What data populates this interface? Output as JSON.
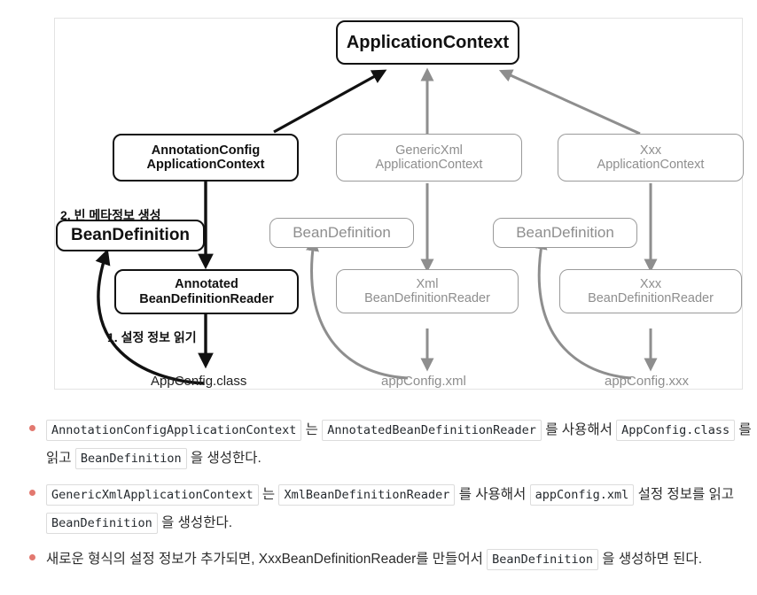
{
  "diagram": {
    "nodes": [
      {
        "id": "application-context",
        "label_lines": [
          "ApplicationContext"
        ],
        "style": "strong",
        "font_size": 20
      },
      {
        "id": "annotation-config-application-context",
        "label_lines": [
          "AnnotationConfig",
          "ApplicationContext"
        ],
        "style": "strong",
        "font_size": 14.5
      },
      {
        "id": "generic-xml-application-context",
        "label_lines": [
          "GenericXml",
          "ApplicationContext"
        ],
        "style": "faded",
        "font_size": 14.5
      },
      {
        "id": "xxx-application-context",
        "label_lines": [
          "Xxx",
          "ApplicationContext"
        ],
        "style": "faded",
        "font_size": 14.5
      },
      {
        "id": "bean-definition-left",
        "label_lines": [
          "BeanDefinition"
        ],
        "style": "strong",
        "font_size": 19
      },
      {
        "id": "bean-definition-middle",
        "label_lines": [
          "BeanDefinition"
        ],
        "style": "faded",
        "font_size": 17
      },
      {
        "id": "bean-definition-right",
        "label_lines": [
          "BeanDefinition"
        ],
        "style": "faded",
        "font_size": 17
      },
      {
        "id": "annotated-bean-definition-reader",
        "label_lines": [
          "Annotated",
          "BeanDefinitionReader"
        ],
        "style": "strong",
        "font_size": 14.5
      },
      {
        "id": "xml-bean-definition-reader",
        "label_lines": [
          "Xml",
          "BeanDefinitionReader"
        ],
        "style": "faded",
        "font_size": 14.5
      },
      {
        "id": "xxx-bean-definition-reader",
        "label_lines": [
          "Xxx",
          "BeanDefinitionReader"
        ],
        "style": "faded",
        "font_size": 14.5
      }
    ],
    "labels": {
      "step2": "2. 빈 메타정보 생성",
      "step1": "1. 설정 정보 읽기",
      "app_config_class": "AppConfig.class",
      "app_config_xml": "appConfig.xml",
      "app_config_xxx": "appConfig.xxx"
    },
    "colors": {
      "strong": "#111111",
      "faded": "#8e8e8e",
      "panel_border": "#e3e3e3",
      "background": "#ffffff"
    }
  },
  "notes": {
    "bullet_color": "#e2786f",
    "items": [
      {
        "id": "bullet-annotation-config",
        "parts": [
          {
            "type": "code",
            "text": "AnnotationConfigApplicationContext"
          },
          {
            "type": "text",
            "text": " 는 "
          },
          {
            "type": "code",
            "text": "AnnotatedBeanDefinitionReader"
          },
          {
            "type": "text",
            "text": " 를 사용해서 "
          },
          {
            "type": "code",
            "text": "AppConfig.class"
          },
          {
            "type": "text",
            "text": " 를 읽고 "
          },
          {
            "type": "code",
            "text": "BeanDefinition"
          },
          {
            "type": "text",
            "text": " 을 생성한다."
          }
        ]
      },
      {
        "id": "bullet-generic-xml",
        "parts": [
          {
            "type": "code",
            "text": "GenericXmlApplicationContext"
          },
          {
            "type": "text",
            "text": " 는 "
          },
          {
            "type": "code",
            "text": "XmlBeanDefinitionReader"
          },
          {
            "type": "text",
            "text": " 를 사용해서 "
          },
          {
            "type": "code",
            "text": "appConfig.xml"
          },
          {
            "type": "text",
            "text": " 설정 정보를 읽고 "
          },
          {
            "type": "code",
            "text": "BeanDefinition"
          },
          {
            "type": "text",
            "text": " 을 생성한다."
          }
        ]
      },
      {
        "id": "bullet-xxx-reader",
        "parts": [
          {
            "type": "text",
            "text": "새로운 형식의 설정 정보가 추가되면, XxxBeanDefinitionReader를 만들어서 "
          },
          {
            "type": "code",
            "text": "BeanDefinition"
          },
          {
            "type": "text",
            "text": " 을 생성하면 된다."
          }
        ]
      }
    ]
  }
}
